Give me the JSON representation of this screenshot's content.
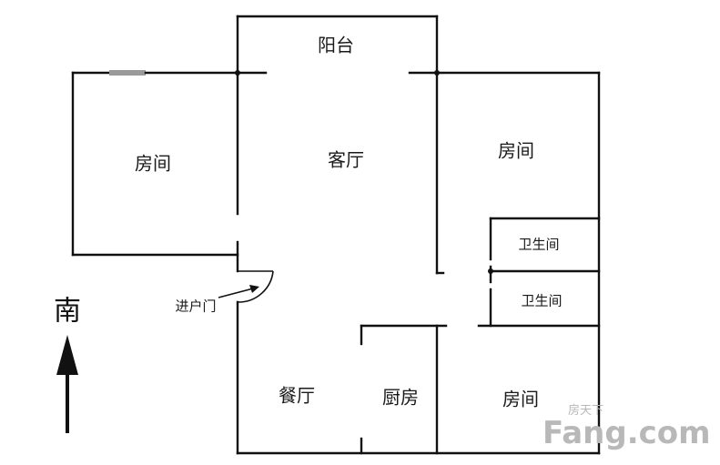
{
  "rooms": {
    "balcony": "阳台",
    "living_room": "客厅",
    "room_west": "房间",
    "room_east": "房间",
    "room_southeast": "房间",
    "bathroom_1": "卫生间",
    "bathroom_2": "卫生间",
    "dining_room": "餐厅",
    "kitchen": "厨房",
    "entrance": "进户门"
  },
  "compass": {
    "direction": "南"
  },
  "watermark": {
    "text": "Fang.com",
    "sub": "房天下"
  },
  "colors": {
    "wall": "#111111",
    "window": "#9a9a9a",
    "watermark": "#b8b8b8"
  }
}
